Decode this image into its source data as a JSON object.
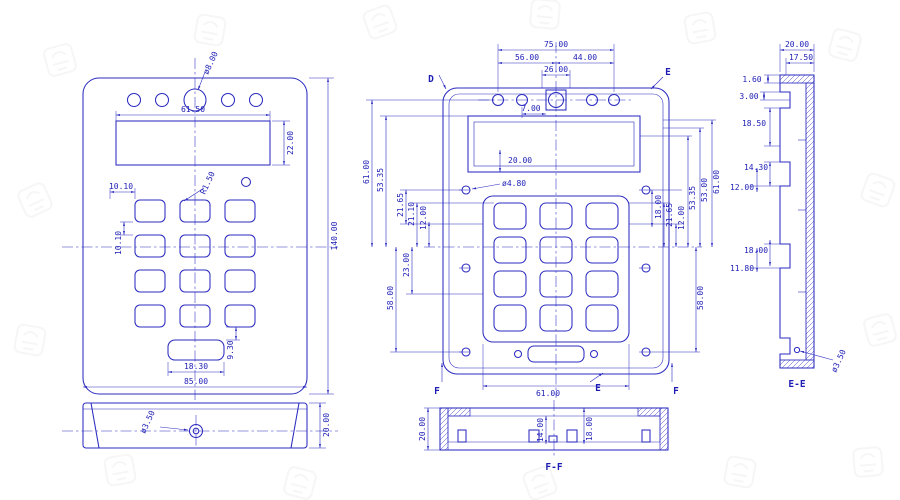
{
  "title": "keypad-enclosure-technical-drawing",
  "colors": {
    "line": "#2b2bc0",
    "text": "#1d1db6",
    "background": "#ffffff"
  },
  "front": {
    "labels": [
      "ø8.00",
      "61.50",
      "22.00",
      "10.10",
      "R1.50",
      "10.10",
      "140.00",
      "9.30",
      "18.30",
      "85.00"
    ]
  },
  "bottom": {
    "labels": [
      "ø3.50",
      "20.00"
    ]
  },
  "back": {
    "labels": [
      "75.00",
      "56.00",
      "44.00",
      "26.00",
      "7.00",
      "20.00",
      "ø4.80",
      "61.00",
      "53.35",
      "21.65",
      "21.10",
      "12.00",
      "23.00",
      "58.00",
      "18.00",
      "21.65",
      "12.00",
      "53.35",
      "53.00",
      "61.00",
      "58.00",
      "61.00"
    ],
    "markers": [
      "D",
      "E",
      "F",
      "F",
      "E"
    ]
  },
  "section_ee": {
    "labels": [
      "20.00",
      "17.50",
      "1.60",
      "3.00",
      "18.50",
      "14.30",
      "12.00",
      "18.00",
      "11.80",
      "ø3.50"
    ],
    "title": "E-E"
  },
  "section_ff": {
    "labels": [
      "20.00",
      "14.00",
      "18.00"
    ],
    "title": "F-F"
  }
}
